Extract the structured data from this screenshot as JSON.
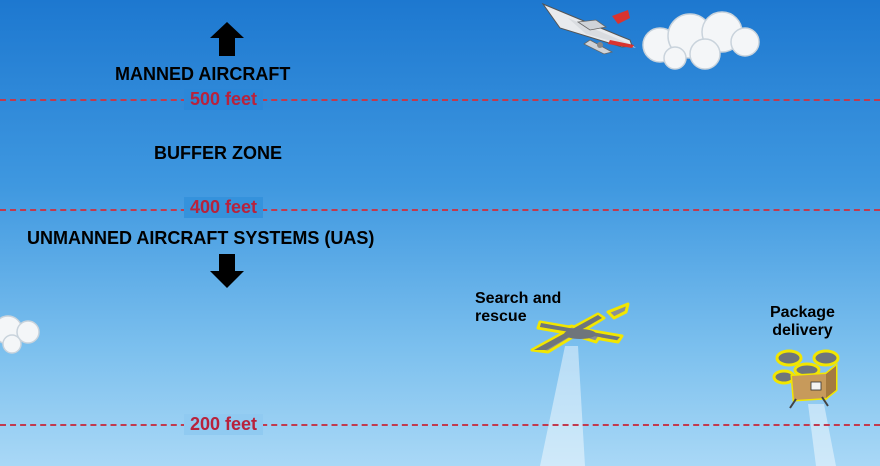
{
  "altitudes": {
    "ft500": "500 feet",
    "ft400": "400 feet",
    "ft200": "200 feet"
  },
  "zones": {
    "manned": "MANNED AIRCRAFT",
    "buffer": "BUFFER ZONE",
    "uas": "UNMANNED AIRCRAFT SYSTEMS (UAS)"
  },
  "drones": {
    "search_rescue_line1": "Search and",
    "search_rescue_line2": "rescue",
    "package_line1": "Package",
    "package_line2": "delivery"
  },
  "colors": {
    "altitude_line": "#c23a4e",
    "sky_top": "#1d78d0",
    "sky_bottom": "#a9d8f6",
    "drone_outline": "#f2e600"
  }
}
